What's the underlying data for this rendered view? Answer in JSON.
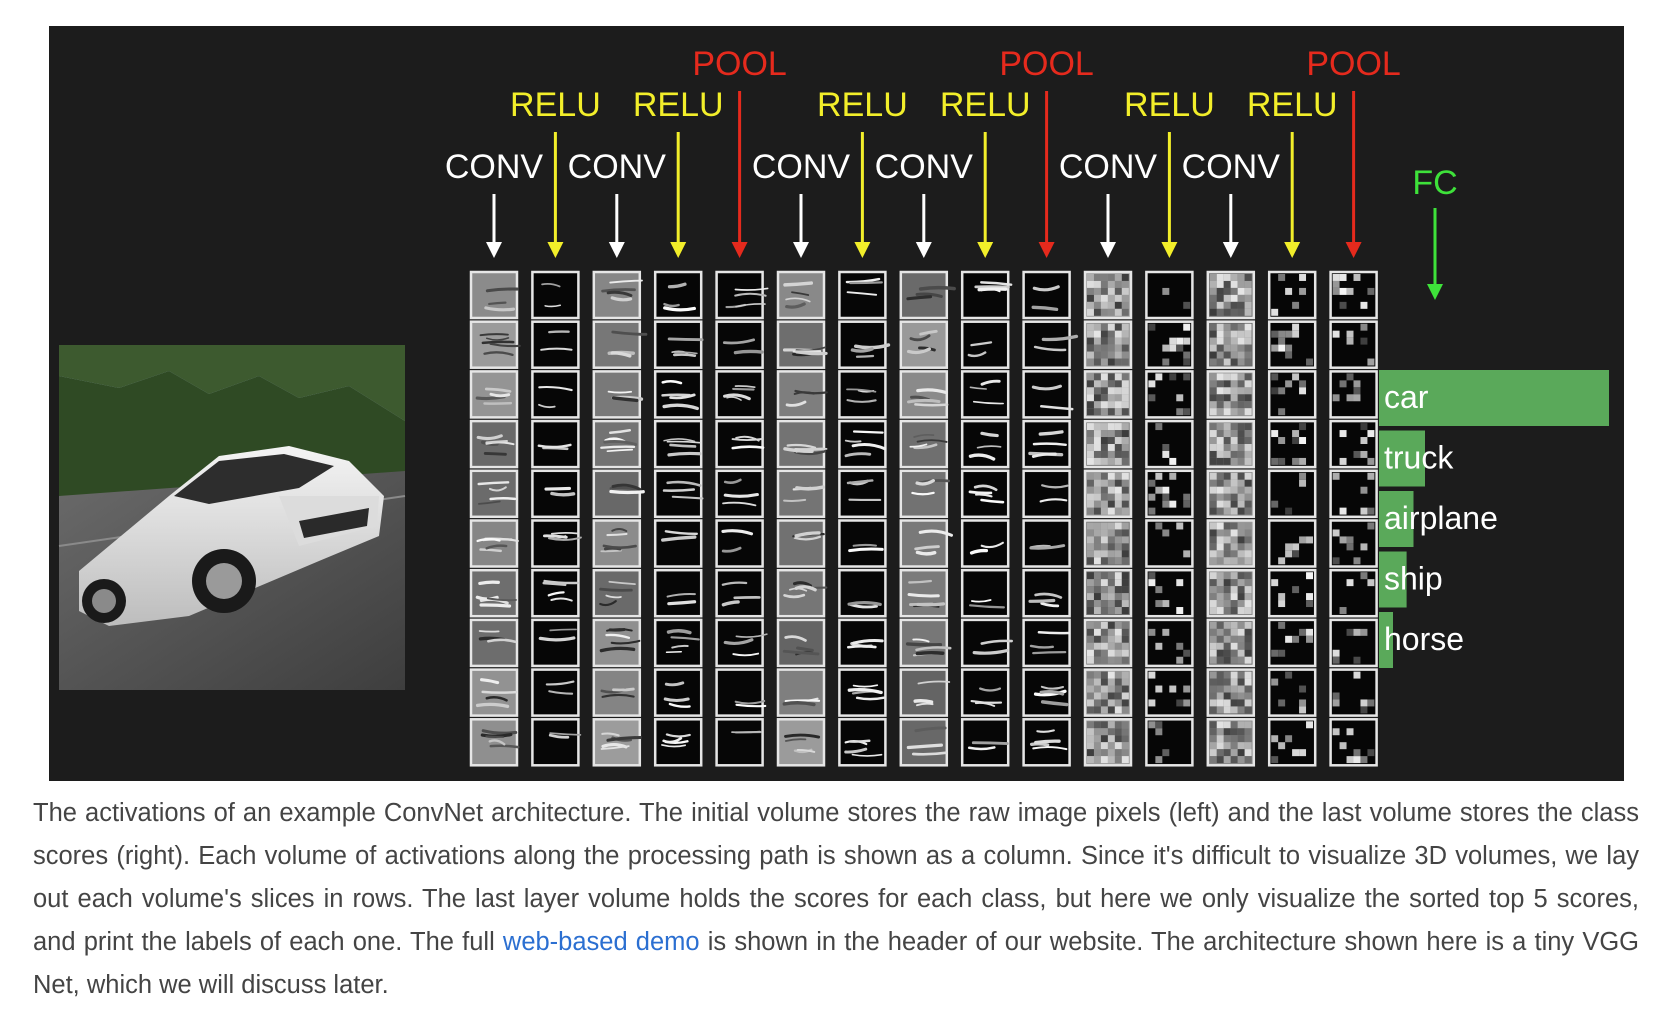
{
  "figure": {
    "stages": [
      "CONV",
      "RELU",
      "CONV",
      "RELU",
      "POOL",
      "CONV",
      "RELU",
      "CONV",
      "RELU",
      "POOL",
      "CONV",
      "RELU",
      "CONV",
      "RELU",
      "POOL"
    ],
    "fc_label": "FC",
    "rows_per_column": 10,
    "colors": {
      "CONV": "#ffffff",
      "RELU": "#f2ee2a",
      "POOL": "#e52a1d",
      "FC": "#3ee23a",
      "bar": "#5aa95a",
      "background": "#1c1c1c"
    },
    "input_image": "car-photo",
    "class_scores": [
      {
        "label": "car",
        "score": 1.0
      },
      {
        "label": "truck",
        "score": 0.2
      },
      {
        "label": "airplane",
        "score": 0.15
      },
      {
        "label": "ship",
        "score": 0.12
      },
      {
        "label": "horse",
        "score": 0.06
      }
    ]
  },
  "caption": {
    "text_before_link": "The activations of an example ConvNet architecture. The initial volume stores the raw image pixels (left) and the last volume stores the class scores (right). Each volume of activations along the processing path is shown as a column. Since it's difficult to visualize 3D volumes, we lay out each volume's slices in rows. The last layer volume holds the scores for each class, but here we only visualize the sorted top 5 scores, and print the labels of each one. The full ",
    "link_text": "web-based demo",
    "text_after_link": " is shown in the header of our website. The architecture shown here is a tiny VGG Net, which we will discuss later."
  }
}
